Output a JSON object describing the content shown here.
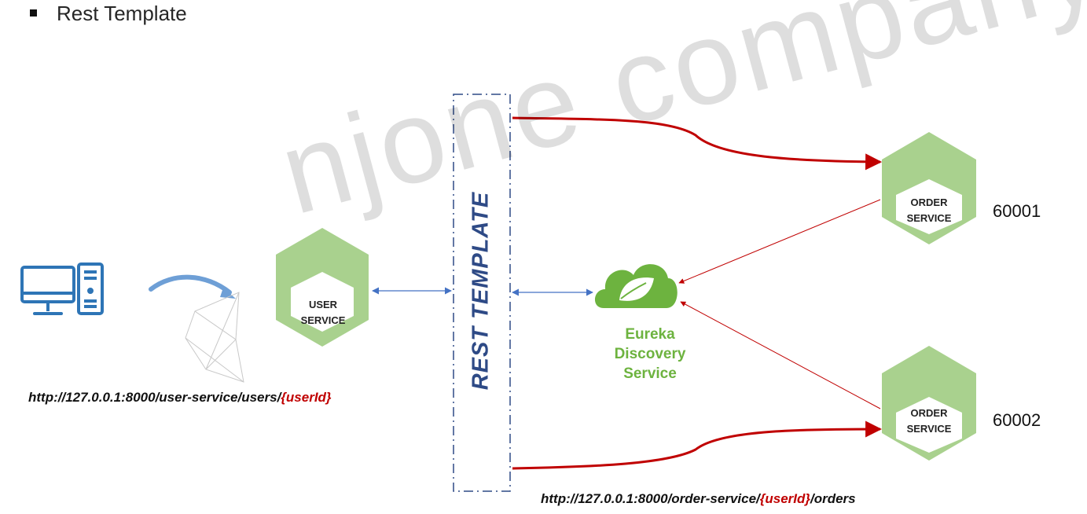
{
  "heading": "Rest Template",
  "client": {
    "url_prefix": "http://127.0.0.1:8000/user-service/users/",
    "url_param": "{userId}"
  },
  "user_service": {
    "line1": "USER",
    "line2": "SERVICE"
  },
  "rest_template": {
    "label": "REST  TEMPLATE"
  },
  "eureka": {
    "line1": "Eureka",
    "line2": "Discovery",
    "line3": "Service"
  },
  "order_service_1": {
    "line1": "ORDER",
    "line2": "SERVICE",
    "port": "60001"
  },
  "order_service_2": {
    "line1": "ORDER",
    "line2": "SERVICE",
    "port": "60002"
  },
  "order_url": {
    "prefix": "http://127.0.0.1:8000/order-service/",
    "param": "{userId}",
    "suffix": "/orders"
  },
  "watermark": "njone company",
  "colors": {
    "hex_green": "#a9d18e",
    "spring_green": "#6db33f",
    "arrow_red": "#c00000",
    "arrow_blue": "#4472c4",
    "computer_blue": "#2e75b6",
    "rest_blue": "#2e4a86"
  },
  "icons": [
    "computer-icon",
    "curved-arrow-icon",
    "eureka-leaf-icon",
    "hexagon-icon"
  ]
}
